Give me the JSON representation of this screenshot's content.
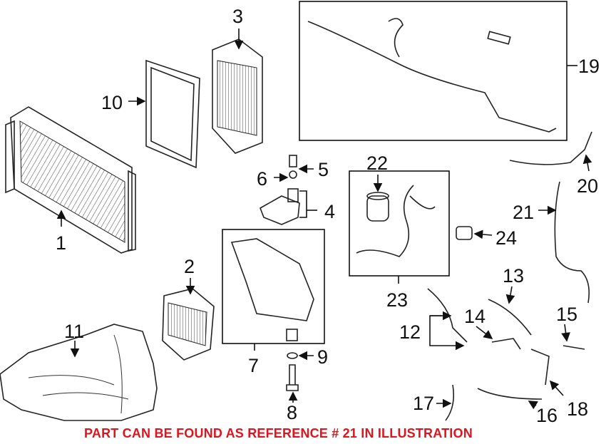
{
  "diagram": {
    "callouts": [
      "1",
      "2",
      "3",
      "4",
      "5",
      "6",
      "7",
      "8",
      "9",
      "10",
      "11",
      "12",
      "13",
      "14",
      "15",
      "16",
      "17",
      "18",
      "19",
      "20",
      "21",
      "22",
      "23",
      "24"
    ],
    "note": "PART CAN BE FOUND AS REFERENCE # 21 IN ILLUSTRATION",
    "note_color": "#e0141e"
  }
}
